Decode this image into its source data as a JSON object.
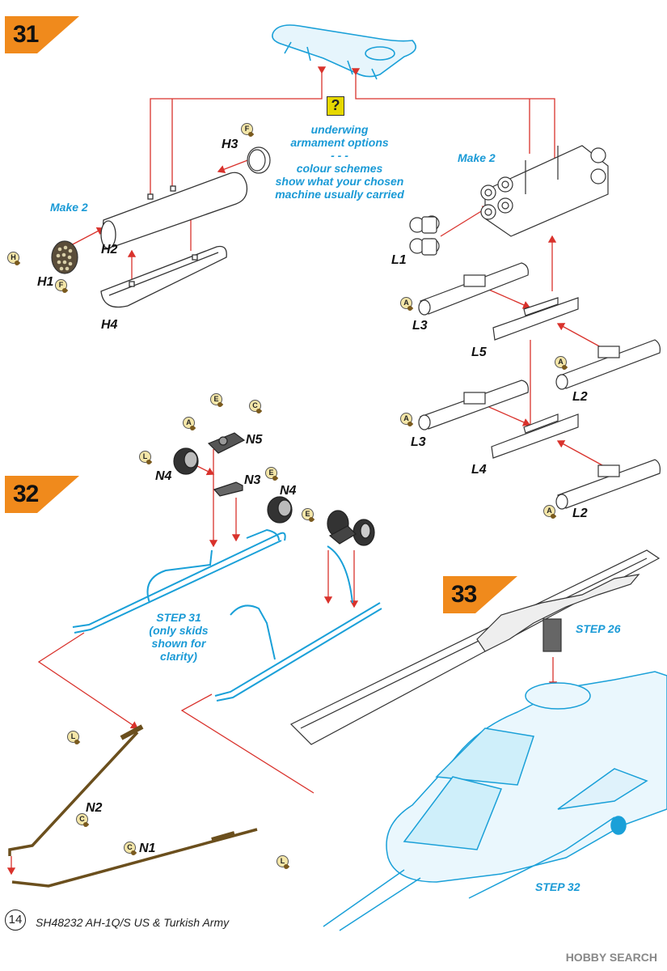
{
  "steps": {
    "s31": "31",
    "s32": "32",
    "s33": "33"
  },
  "notes": {
    "underwing": "underwing\narmament options\n- - -\ncolour schemes\nshow what your chosen\nmachine usually carried",
    "make2_left": "Make 2",
    "make2_right": "Make 2",
    "step31_ref": "STEP 31\n(only skids\nshown for\nclarity)",
    "step26_ref": "STEP 26",
    "step32_ref": "STEP 32"
  },
  "question_mark": "?",
  "parts": {
    "H3": "H3",
    "H2": "H2",
    "H1": "H1",
    "H4": "H4",
    "L1": "L1",
    "L3a": "L3",
    "L5": "L5",
    "L2a": "L2",
    "L3b": "L3",
    "L4": "L4",
    "L2b": "L2",
    "N5": "N5",
    "N4a": "N4",
    "N3": "N3",
    "N4b": "N4",
    "N2": "N2",
    "N1": "N1"
  },
  "badges": {
    "b_h3_f": "F",
    "b_h1_h": "H",
    "b_h1_f": "F",
    "b_l3a_a": "A",
    "b_l2a_a": "A",
    "b_l3b_a": "A",
    "b_l2b_a": "A",
    "b_n5_e": "E",
    "b_n5_c": "C",
    "b_n5_a": "A",
    "b_n4_l": "L",
    "b_n3_e": "E",
    "b_n4b_e": "E",
    "b_n2_l": "L",
    "b_n2_c": "C",
    "b_n1_c": "C",
    "b_n1_l": "L"
  },
  "footer": {
    "page_number": "14",
    "title": "SH48232 AH-1Q/S US & Turkish Army"
  },
  "watermark": "HOBBY SEARCH",
  "colors": {
    "accent_orange": "#f08a1c",
    "part_blue": "#1aa0d8",
    "arrow_red": "#d9322c",
    "leader_green": "#2a9d6a",
    "brass": "#8a6a2a",
    "line_gray": "#444444"
  }
}
